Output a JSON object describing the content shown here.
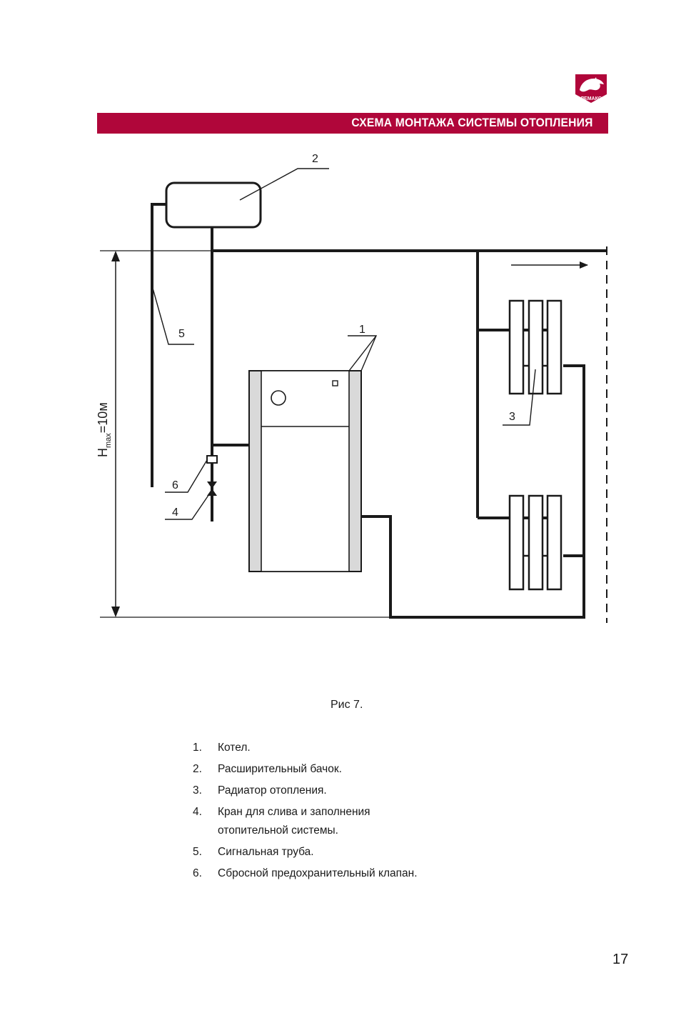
{
  "header": {
    "logo_text": "ЛЕМАКС",
    "title": "СХЕМА МОНТАЖА СИСТЕМЫ ОТОПЛЕНИЯ",
    "brand_color": "#b0063a"
  },
  "figure": {
    "callouts": {
      "c1": "1",
      "c2": "2",
      "c3": "3",
      "c4": "4",
      "c5": "5",
      "c6": "6"
    },
    "height_label": {
      "h": "H",
      "sub": "max",
      "value": "=10м"
    },
    "caption": "Рис 7."
  },
  "legend": [
    {
      "num": "1.",
      "text": "Котел."
    },
    {
      "num": "2.",
      "text": "Расширительный бачок."
    },
    {
      "num": "3.",
      "text": "Радиатор отопления."
    },
    {
      "num": "4.",
      "text": "Кран для слива и заполнения\nотопительной системы."
    },
    {
      "num": "5.",
      "text": "Сигнальная труба."
    },
    {
      "num": "6.",
      "text": "Сбросной предохранительный клапан."
    }
  ],
  "page_number": "17"
}
